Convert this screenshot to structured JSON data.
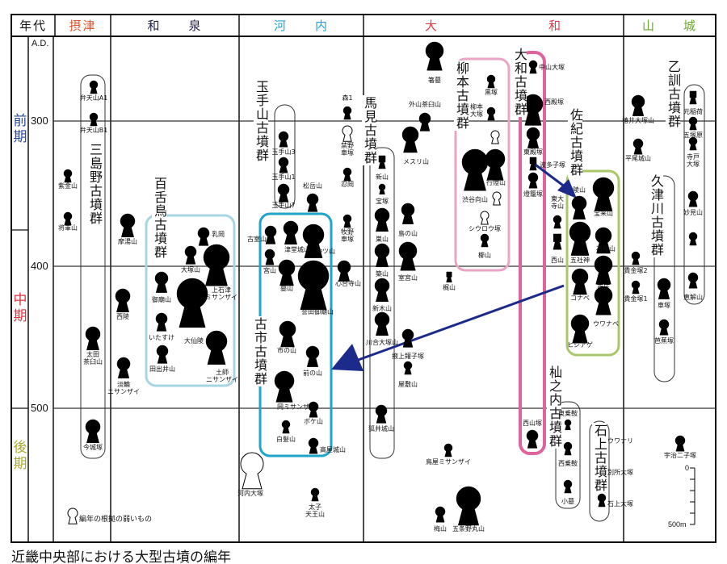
{
  "header": {
    "era_col": "年代",
    "regions": [
      {
        "label": "摂津",
        "color": "#e0502a"
      },
      {
        "label": "和　　泉",
        "color": "#222244"
      },
      {
        "label": "河　　内",
        "color": "#2a9fd0"
      },
      {
        "label": "大　　　　　　　　和",
        "color": "#e03a4a"
      },
      {
        "label": "山　　城",
        "color": "#6aa832"
      }
    ]
  },
  "years": {
    "ad": "A.D.",
    "y300": "300",
    "y400": "400",
    "y500": "500"
  },
  "eras": [
    {
      "label": "前期",
      "color": "#2a4aa0"
    },
    {
      "label": "中期",
      "color": "#e0303a"
    },
    {
      "label": "後期",
      "color": "#a8a830"
    }
  ],
  "groups": [
    {
      "name": "三島野古墳群",
      "color": "#333333"
    },
    {
      "name": "百舌鳥古墳群",
      "color": "#a8d5e2"
    },
    {
      "name": "玉手山古墳群",
      "color": "#333333"
    },
    {
      "name": "古市古墳群",
      "color": "#1ea5c8"
    },
    {
      "name": "馬見古墳群",
      "color": "#333333"
    },
    {
      "name": "柳本古墳群",
      "color": "#e8a5c4"
    },
    {
      "name": "大和古墳群",
      "color": "#e0649c"
    },
    {
      "name": "佐紀古墳群",
      "color": "#aac86a"
    },
    {
      "name": "杣之内古墳群",
      "color": "#333333"
    },
    {
      "name": "石上古墳群",
      "color": "#333333"
    },
    {
      "name": "乙訓古墳群",
      "color": "#333333"
    },
    {
      "name": "久津川古墳群",
      "color": "#333333"
    }
  ],
  "kofun": [
    {
      "name": "弁天山A1"
    },
    {
      "name": "弁天山B1"
    },
    {
      "name": "紫金山"
    },
    {
      "name": "将軍山"
    },
    {
      "name": "太田\n茶臼山"
    },
    {
      "name": "今城塚"
    },
    {
      "name": "摩湯山"
    },
    {
      "name": "西陵"
    },
    {
      "name": "淡輪\nニサンザイ"
    },
    {
      "name": "乳岡"
    },
    {
      "name": "大塚山"
    },
    {
      "name": "上石津\nミサンザイ"
    },
    {
      "name": "御廟山"
    },
    {
      "name": "大仙陵"
    },
    {
      "name": "いたすけ"
    },
    {
      "name": "田出井山"
    },
    {
      "name": "土師\nニサンザイ"
    },
    {
      "name": "玉手山3"
    },
    {
      "name": "玉手山1"
    },
    {
      "name": "玉手山7"
    },
    {
      "name": "松岳山"
    },
    {
      "name": "森1"
    },
    {
      "name": "禁野\n車塚",
      "weak": true
    },
    {
      "name": "忍岡"
    },
    {
      "name": "牧野\n車塚"
    },
    {
      "name": "心合寺山"
    },
    {
      "name": "古室山"
    },
    {
      "name": "津堂城山"
    },
    {
      "name": "仲ツ山"
    },
    {
      "name": "宮山"
    },
    {
      "name": "墓山"
    },
    {
      "name": "誉田御廟山"
    },
    {
      "name": "市の山"
    },
    {
      "name": "前の山"
    },
    {
      "name": "岡ミサンザイ"
    },
    {
      "name": "ボケ山"
    },
    {
      "name": "白髪山"
    },
    {
      "name": "高屋城山"
    },
    {
      "name": "河内大塚",
      "weak": true
    },
    {
      "name": "太子\n天王山"
    },
    {
      "name": "箸墓"
    },
    {
      "name": "外山茶臼山"
    },
    {
      "name": "メスリ山"
    },
    {
      "name": "新山"
    },
    {
      "name": "宝塚"
    },
    {
      "name": "巣山"
    },
    {
      "name": "築山"
    },
    {
      "name": "新木山"
    },
    {
      "name": "川合大塚山"
    },
    {
      "name": "狐井城山"
    },
    {
      "name": "島の山"
    },
    {
      "name": "室宮山"
    },
    {
      "name": "掖上鑵子塚"
    },
    {
      "name": "屋敷山"
    },
    {
      "name": "梶山"
    },
    {
      "name": "鳥屋ミサンザイ"
    },
    {
      "name": "梅山"
    },
    {
      "name": "五条野丸山"
    },
    {
      "name": "黒塚"
    },
    {
      "name": "柳本\n大塚"
    },
    {
      "name": null,
      "weak": true
    },
    {
      "name": "渋谷向山"
    },
    {
      "name": "行燈山"
    },
    {
      "name": null,
      "weak": true
    },
    {
      "name": "シウロウ塚",
      "weak": true
    },
    {
      "name": "櫛山"
    },
    {
      "name": "中山大塚"
    },
    {
      "name": "西殿塚"
    },
    {
      "name": "東殿塚"
    },
    {
      "name": "波多子塚"
    },
    {
      "name": "燈籠塚"
    },
    {
      "name": "西山塚"
    },
    {
      "name": "東大\n寺山"
    },
    {
      "name": "西山"
    },
    {
      "name": "陵山"
    },
    {
      "name": "宝来山"
    },
    {
      "name": "五社神"
    },
    {
      "name": "石塚山"
    },
    {
      "name": "市庄"
    },
    {
      "name": "コナベ"
    },
    {
      "name": "ウワナベ"
    },
    {
      "name": "ヒシアゲ"
    },
    {
      "name": "東乗鞍"
    },
    {
      "name": "西乗鞍"
    },
    {
      "name": "小墓"
    },
    {
      "name": "ウワナリ"
    },
    {
      "name": "別所大塚"
    },
    {
      "name": "石上大塚"
    },
    {
      "name": "椿井大塚山"
    },
    {
      "name": "平尾城山"
    },
    {
      "name": "元稲荷"
    },
    {
      "name": "五塚原"
    },
    {
      "name": "寺戸\n大塚"
    },
    {
      "name": "妙見山"
    },
    {
      "name": null
    },
    {
      "name": "恵解山"
    },
    {
      "name": "貴金塚2"
    },
    {
      "name": "貴金塚1"
    },
    {
      "name": "車塚"
    },
    {
      "name": "芭蕉塚"
    },
    {
      "name": "宇治二子塚"
    }
  ],
  "legend": {
    "label": "編年の根拠の弱いもの"
  },
  "scale": {
    "zero": "0",
    "max": "500m"
  },
  "caption": "近畿中央部における大型古墳の編年",
  "arrow_color": "#1c2a8c"
}
